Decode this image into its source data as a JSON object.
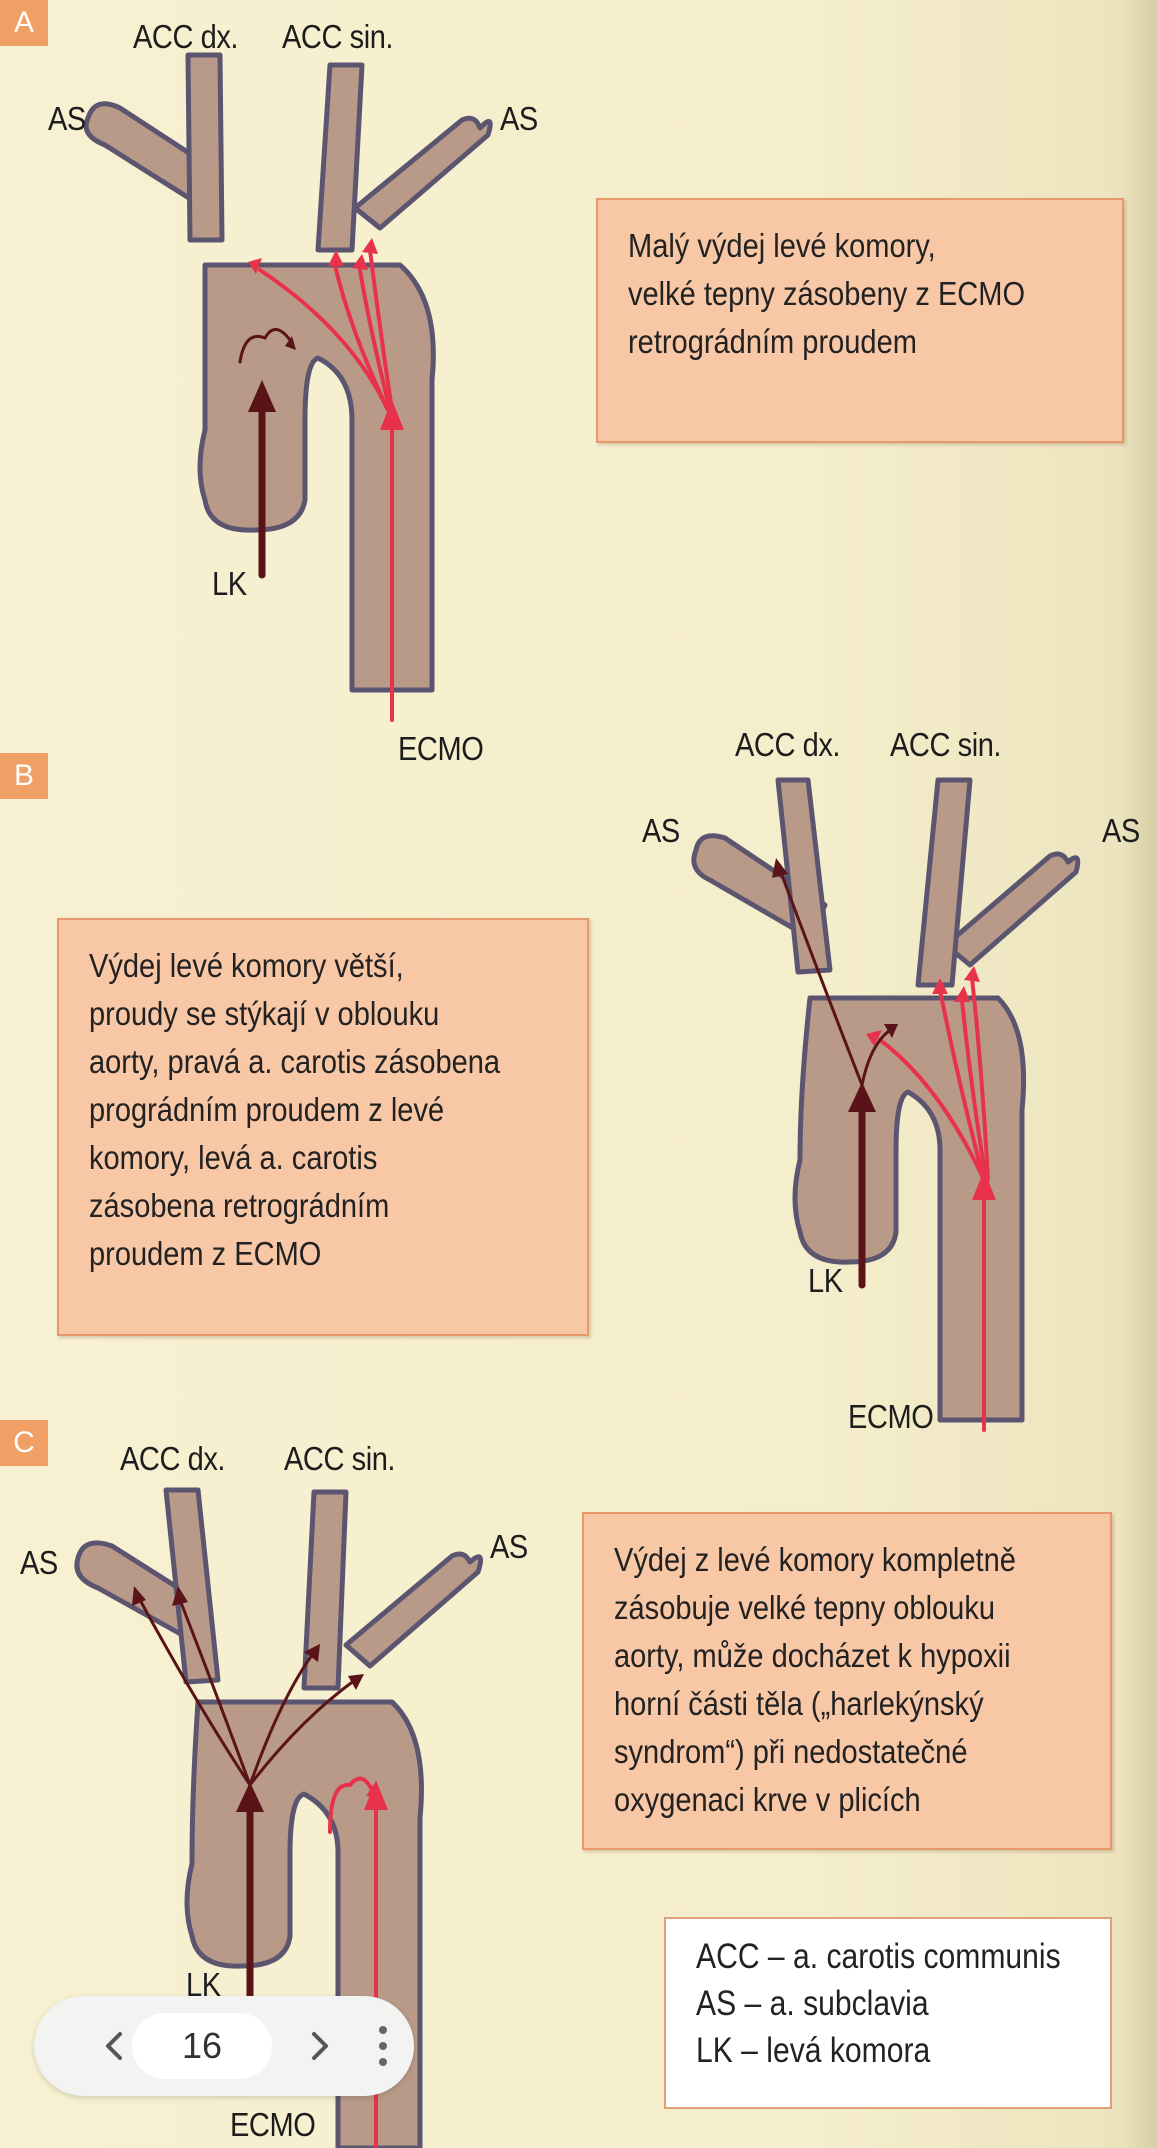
{
  "sections": [
    {
      "tag": "A",
      "labels": {
        "acc_dx": "ACC dx.",
        "acc_sin": "ACC sin.",
        "as_left": "AS",
        "as_right": "AS",
        "lk": "LK",
        "ecmo": "ECMO"
      },
      "box_lines": [
        "Malý výdej levé komory,",
        "velké tepny zásobeny z ECMO",
        "retrográdním proudem"
      ]
    },
    {
      "tag": "B",
      "labels": {
        "acc_dx": "ACC dx.",
        "acc_sin": "ACC sin.",
        "as_left": "AS",
        "as_right": "AS",
        "lk": "LK",
        "ecmo": "ECMO"
      },
      "box_lines": [
        "Výdej levé komory větší,",
        "proudy se stýkají v oblouku",
        "aorty, pravá a. carotis zásobena",
        "prográdním proudem z levé",
        "komory, levá a. carotis",
        "zásobena retrográdním",
        "proudem z ECMO"
      ]
    },
    {
      "tag": "C",
      "labels": {
        "acc_dx": "ACC dx.",
        "acc_sin": "ACC sin.",
        "as_left": "AS",
        "as_right": "AS",
        "lk": "LK",
        "ecmo": "ECMO"
      },
      "box_lines": [
        "Výdej z levé komory kompletně",
        "zásobuje velké tepny oblouku",
        "aorty, může docházet k hypoxii",
        "horní části těla („harlekýnský",
        "syndrom“) při nedostatečné",
        "oxygenaci krve v plicích"
      ]
    }
  ],
  "legend": [
    "ACC – a. carotis communis",
    "AS – a. subclavia",
    "LK – levá komora"
  ],
  "toolbar": {
    "page_number": "16",
    "prev_icon": "chevron-left-icon",
    "next_icon": "chevron-right-icon",
    "menu_icon": "more-vertical-icon"
  },
  "colors": {
    "vessel_fill": "#b99a88",
    "vessel_outline": "#5b5570",
    "ecmo_flow": "#e8324b",
    "lk_flow": "#5a1418",
    "box_fill": "#f8c7a6",
    "tag_fill": "#f0a064"
  }
}
